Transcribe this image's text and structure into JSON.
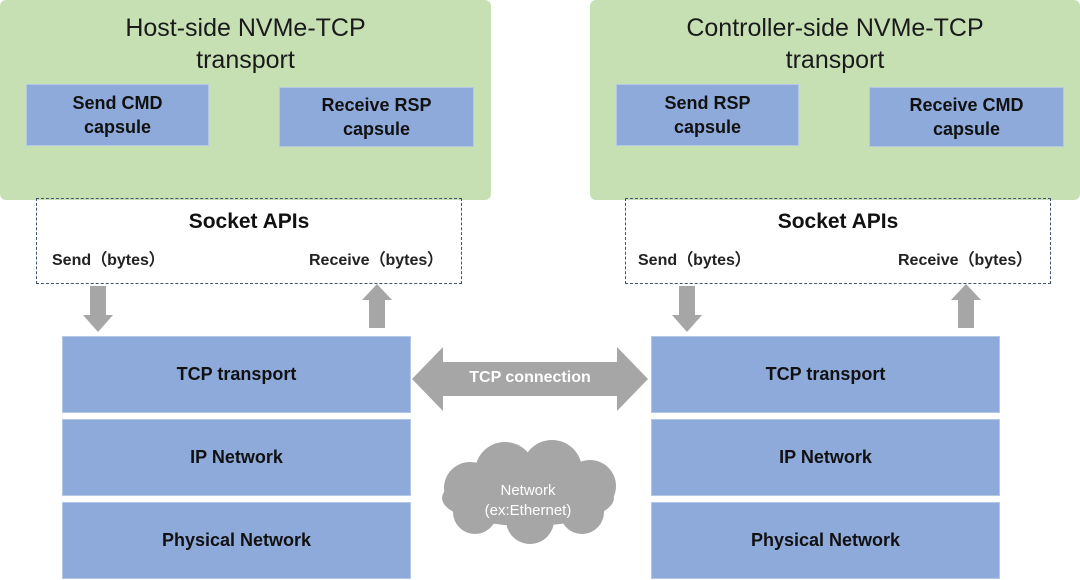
{
  "host": {
    "title": "Host-side NVMe-TCP\ntransport",
    "send_capsule": "Send CMD\ncapsule",
    "receive_capsule": "Receive RSP\ncapsule",
    "socket_title": "Socket APIs",
    "send_label": "Send（bytes）",
    "receive_label": "Receive（bytes）",
    "layers": [
      "TCP transport",
      "IP Network",
      "Physical Network"
    ]
  },
  "controller": {
    "title": "Controller-side NVMe-TCP\ntransport",
    "send_capsule": "Send RSP\ncapsule",
    "receive_capsule": "Receive CMD\ncapsule",
    "socket_title": "Socket APIs",
    "send_label": "Send（bytes）",
    "receive_label": "Receive（bytes）",
    "layers": [
      "TCP transport",
      "IP Network",
      "Physical Network"
    ]
  },
  "connection_label": "TCP connection",
  "network_cloud": {
    "line1": "Network",
    "line2": "(ex:Ethernet)"
  },
  "colors": {
    "transport_bg": "#c6e0b4",
    "box_fill": "#8eaadb",
    "arrow": "#a6a6a6"
  }
}
